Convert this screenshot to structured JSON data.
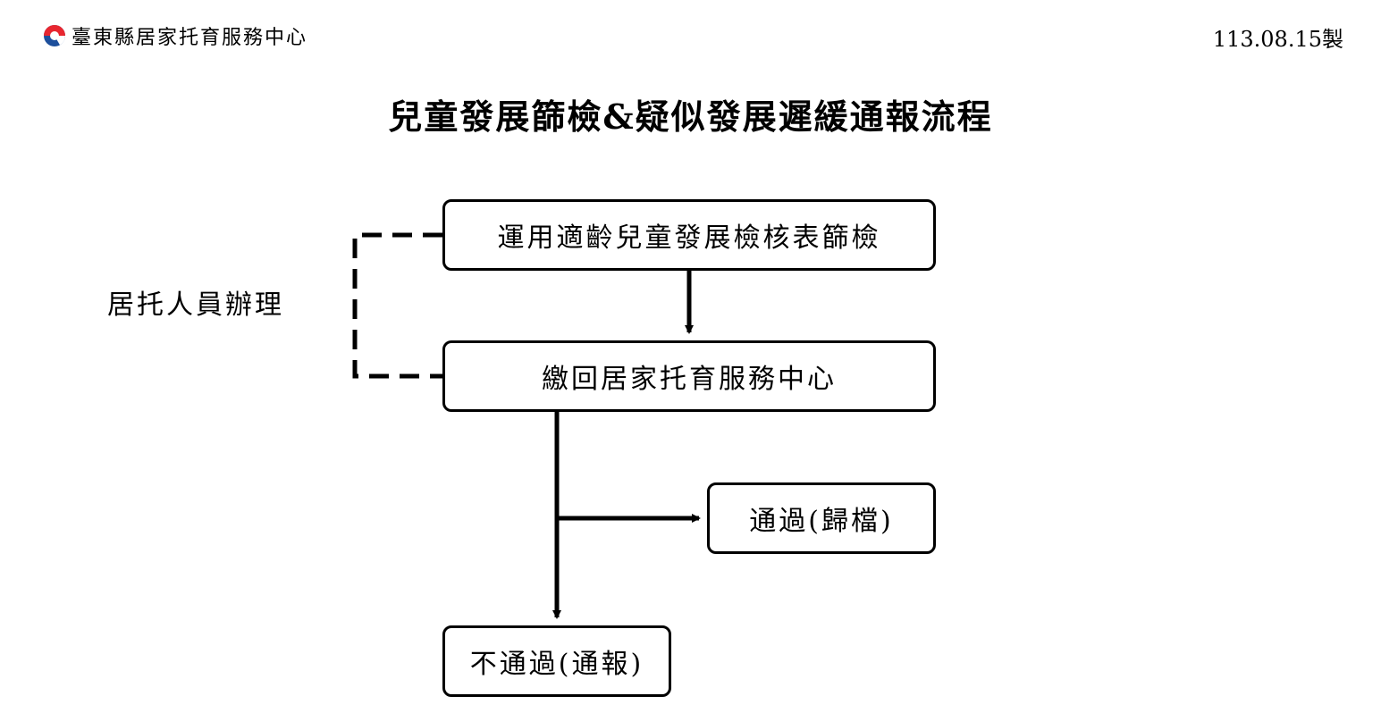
{
  "header": {
    "organization": "臺東縣居家托育服務中心",
    "logo_icon": "tri-color-circle-logo",
    "date_label": "113.08.15製"
  },
  "title": "兒童發展篩檢&疑似發展遲緩通報流程",
  "flowchart": {
    "side_label": "居托人員辦理",
    "steps": [
      {
        "id": "screening",
        "label": "運用適齡兒童發展檢核表篩檢"
      },
      {
        "id": "submit",
        "label": "繳回居家托育服務中心"
      },
      {
        "id": "pass",
        "label": "通過(歸檔)"
      },
      {
        "id": "fail",
        "label": "不通過(通報)"
      }
    ],
    "connections": [
      {
        "from": "screening",
        "to": "submit",
        "style": "solid"
      },
      {
        "from": "submit",
        "to": "pass",
        "style": "solid"
      },
      {
        "from": "submit",
        "to": "fail",
        "style": "solid"
      },
      {
        "from": "side_label",
        "to": [
          "screening",
          "submit"
        ],
        "style": "dashed"
      }
    ]
  },
  "colors": {
    "logo_red": "#e8262f",
    "logo_blue": "#1d4f9c",
    "line": "#000000",
    "background": "#ffffff"
  }
}
